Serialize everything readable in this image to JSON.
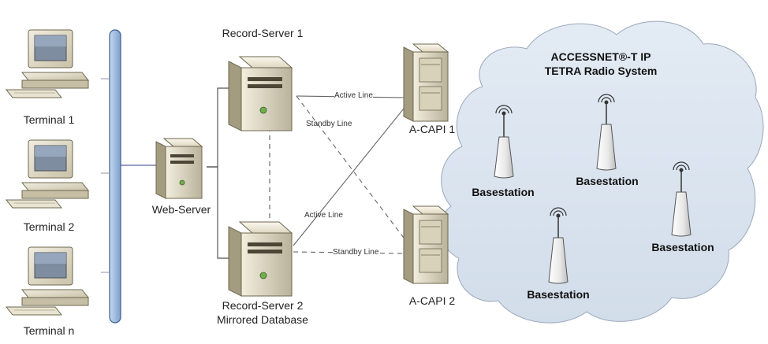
{
  "cloud": {
    "title_line1": "ACCESSNET®-T IP",
    "title_line2": "TETRA Radio System"
  },
  "terminals": [
    {
      "label": "Terminal 1"
    },
    {
      "label": "Terminal 2"
    },
    {
      "label": "Terminal n"
    }
  ],
  "web_server": {
    "label": "Web-Server"
  },
  "record_server_1": {
    "label": "Record-Server 1"
  },
  "record_server_2": {
    "label_line1": "Record-Server 2",
    "label_line2": "Mirrored Database"
  },
  "acapi_1": {
    "label": "A-CAPI 1"
  },
  "acapi_2": {
    "label": "A-CAPI 2"
  },
  "links": {
    "rs1_acapi1": "Active Line",
    "rs1_acapi2": "Standby Line",
    "rs2_acapi1": "Active Line",
    "rs2_acapi2": "Standby Line"
  },
  "basestations": [
    {
      "label": "Basestation"
    },
    {
      "label": "Basestation"
    },
    {
      "label": "Basestation"
    },
    {
      "label": "Basestation"
    }
  ],
  "colors": {
    "cloud_fill": "#dde6f0",
    "bus_fill": "#a9c4e4",
    "line": "#555555"
  }
}
